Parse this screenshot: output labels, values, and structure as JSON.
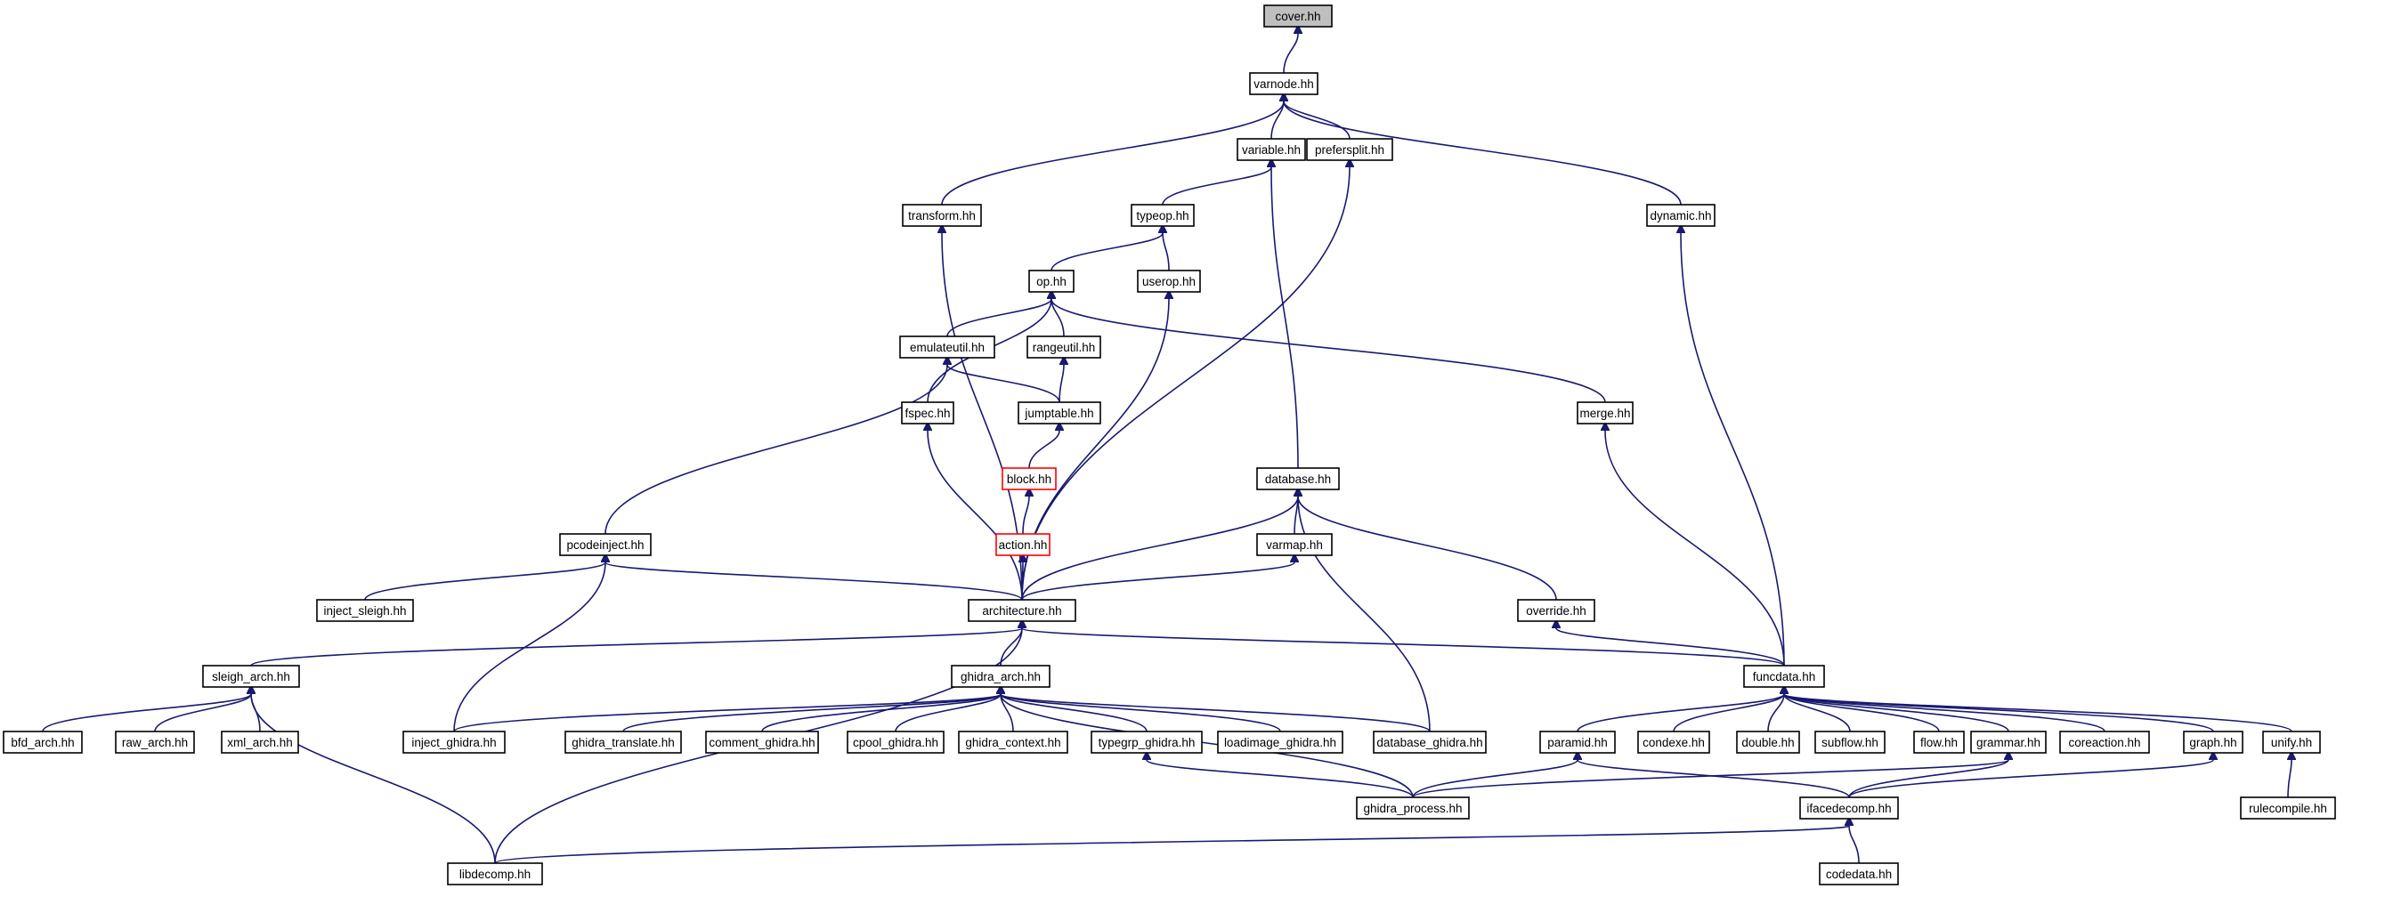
{
  "diagram": {
    "root": "cover",
    "nodes": [
      {
        "id": "cover",
        "label": "cover.hh",
        "style": "root"
      },
      {
        "id": "varnode",
        "label": "varnode.hh"
      },
      {
        "id": "variable",
        "label": "variable.hh"
      },
      {
        "id": "prefersplit",
        "label": "prefersplit.hh"
      },
      {
        "id": "transform",
        "label": "transform.hh"
      },
      {
        "id": "typeop",
        "label": "typeop.hh"
      },
      {
        "id": "dynamic",
        "label": "dynamic.hh"
      },
      {
        "id": "op",
        "label": "op.hh"
      },
      {
        "id": "userop",
        "label": "userop.hh"
      },
      {
        "id": "emulateutil",
        "label": "emulateutil.hh"
      },
      {
        "id": "rangeutil",
        "label": "rangeutil.hh"
      },
      {
        "id": "fspec",
        "label": "fspec.hh"
      },
      {
        "id": "jumptable",
        "label": "jumptable.hh"
      },
      {
        "id": "merge",
        "label": "merge.hh"
      },
      {
        "id": "block",
        "label": "block.hh",
        "style": "red"
      },
      {
        "id": "database",
        "label": "database.hh"
      },
      {
        "id": "pcodeinject",
        "label": "pcodeinject.hh"
      },
      {
        "id": "action",
        "label": "action.hh",
        "style": "red"
      },
      {
        "id": "varmap",
        "label": "varmap.hh"
      },
      {
        "id": "inject_sleigh",
        "label": "inject_sleigh.hh"
      },
      {
        "id": "architecture",
        "label": "architecture.hh"
      },
      {
        "id": "override",
        "label": "override.hh"
      },
      {
        "id": "sleigh_arch",
        "label": "sleigh_arch.hh"
      },
      {
        "id": "ghidra_arch",
        "label": "ghidra_arch.hh"
      },
      {
        "id": "funcdata",
        "label": "funcdata.hh"
      },
      {
        "id": "bfd_arch",
        "label": "bfd_arch.hh"
      },
      {
        "id": "raw_arch",
        "label": "raw_arch.hh"
      },
      {
        "id": "xml_arch",
        "label": "xml_arch.hh"
      },
      {
        "id": "inject_ghidra",
        "label": "inject_ghidra.hh"
      },
      {
        "id": "ghidra_translate",
        "label": "ghidra_translate.hh"
      },
      {
        "id": "comment_ghidra",
        "label": "comment_ghidra.hh"
      },
      {
        "id": "cpool_ghidra",
        "label": "cpool_ghidra.hh"
      },
      {
        "id": "ghidra_context",
        "label": "ghidra_context.hh"
      },
      {
        "id": "typegrp_ghidra",
        "label": "typegrp_ghidra.hh"
      },
      {
        "id": "loadimage_ghidra",
        "label": "loadimage_ghidra.hh"
      },
      {
        "id": "database_ghidra",
        "label": "database_ghidra.hh"
      },
      {
        "id": "paramid",
        "label": "paramid.hh"
      },
      {
        "id": "condexe",
        "label": "condexe.hh"
      },
      {
        "id": "double",
        "label": "double.hh"
      },
      {
        "id": "subflow",
        "label": "subflow.hh"
      },
      {
        "id": "flow",
        "label": "flow.hh"
      },
      {
        "id": "grammar",
        "label": "grammar.hh"
      },
      {
        "id": "coreaction",
        "label": "coreaction.hh"
      },
      {
        "id": "graph",
        "label": "graph.hh"
      },
      {
        "id": "unify",
        "label": "unify.hh"
      },
      {
        "id": "ghidra_process",
        "label": "ghidra_process.hh"
      },
      {
        "id": "ifacedecomp",
        "label": "ifacedecomp.hh"
      },
      {
        "id": "rulecompile",
        "label": "rulecompile.hh"
      },
      {
        "id": "libdecomp",
        "label": "libdecomp.hh"
      },
      {
        "id": "codedata",
        "label": "codedata.hh"
      }
    ],
    "edges": [
      [
        "cover",
        "varnode"
      ],
      [
        "varnode",
        "variable"
      ],
      [
        "varnode",
        "prefersplit"
      ],
      [
        "varnode",
        "transform"
      ],
      [
        "varnode",
        "dynamic"
      ],
      [
        "variable",
        "typeop"
      ],
      [
        "variable",
        "database"
      ],
      [
        "prefersplit",
        "architecture"
      ],
      [
        "transform",
        "architecture"
      ],
      [
        "typeop",
        "op"
      ],
      [
        "typeop",
        "userop"
      ],
      [
        "dynamic",
        "funcdata"
      ],
      [
        "op",
        "emulateutil"
      ],
      [
        "op",
        "rangeutil"
      ],
      [
        "op",
        "fspec"
      ],
      [
        "op",
        "merge"
      ],
      [
        "userop",
        "architecture"
      ],
      [
        "emulateutil",
        "jumptable"
      ],
      [
        "emulateutil",
        "pcodeinject"
      ],
      [
        "rangeutil",
        "jumptable"
      ],
      [
        "fspec",
        "architecture"
      ],
      [
        "jumptable",
        "block"
      ],
      [
        "block",
        "action"
      ],
      [
        "action",
        "architecture"
      ],
      [
        "merge",
        "funcdata"
      ],
      [
        "database",
        "varmap"
      ],
      [
        "database",
        "architecture"
      ],
      [
        "database",
        "override"
      ],
      [
        "database",
        "database_ghidra"
      ],
      [
        "varmap",
        "architecture"
      ],
      [
        "pcodeinject",
        "inject_sleigh"
      ],
      [
        "pcodeinject",
        "architecture"
      ],
      [
        "pcodeinject",
        "inject_ghidra"
      ],
      [
        "override",
        "funcdata"
      ],
      [
        "architecture",
        "sleigh_arch"
      ],
      [
        "architecture",
        "ghidra_arch"
      ],
      [
        "architecture",
        "funcdata"
      ],
      [
        "architecture",
        "libdecomp"
      ],
      [
        "sleigh_arch",
        "bfd_arch"
      ],
      [
        "sleigh_arch",
        "raw_arch"
      ],
      [
        "sleigh_arch",
        "xml_arch"
      ],
      [
        "sleigh_arch",
        "libdecomp"
      ],
      [
        "ghidra_arch",
        "inject_ghidra"
      ],
      [
        "ghidra_arch",
        "ghidra_translate"
      ],
      [
        "ghidra_arch",
        "comment_ghidra"
      ],
      [
        "ghidra_arch",
        "cpool_ghidra"
      ],
      [
        "ghidra_arch",
        "ghidra_context"
      ],
      [
        "ghidra_arch",
        "typegrp_ghidra"
      ],
      [
        "ghidra_arch",
        "loadimage_ghidra"
      ],
      [
        "ghidra_arch",
        "database_ghidra"
      ],
      [
        "ghidra_arch",
        "ghidra_process"
      ],
      [
        "funcdata",
        "paramid"
      ],
      [
        "funcdata",
        "condexe"
      ],
      [
        "funcdata",
        "double"
      ],
      [
        "funcdata",
        "subflow"
      ],
      [
        "funcdata",
        "flow"
      ],
      [
        "funcdata",
        "grammar"
      ],
      [
        "funcdata",
        "coreaction"
      ],
      [
        "funcdata",
        "graph"
      ],
      [
        "funcdata",
        "unify"
      ],
      [
        "typegrp_ghidra",
        "ghidra_process"
      ],
      [
        "paramid",
        "ghidra_process"
      ],
      [
        "paramid",
        "ifacedecomp"
      ],
      [
        "grammar",
        "ghidra_process"
      ],
      [
        "grammar",
        "ifacedecomp"
      ],
      [
        "graph",
        "ifacedecomp"
      ],
      [
        "unify",
        "rulecompile"
      ],
      [
        "ifacedecomp",
        "libdecomp"
      ],
      [
        "ifacedecomp",
        "codedata"
      ]
    ]
  }
}
